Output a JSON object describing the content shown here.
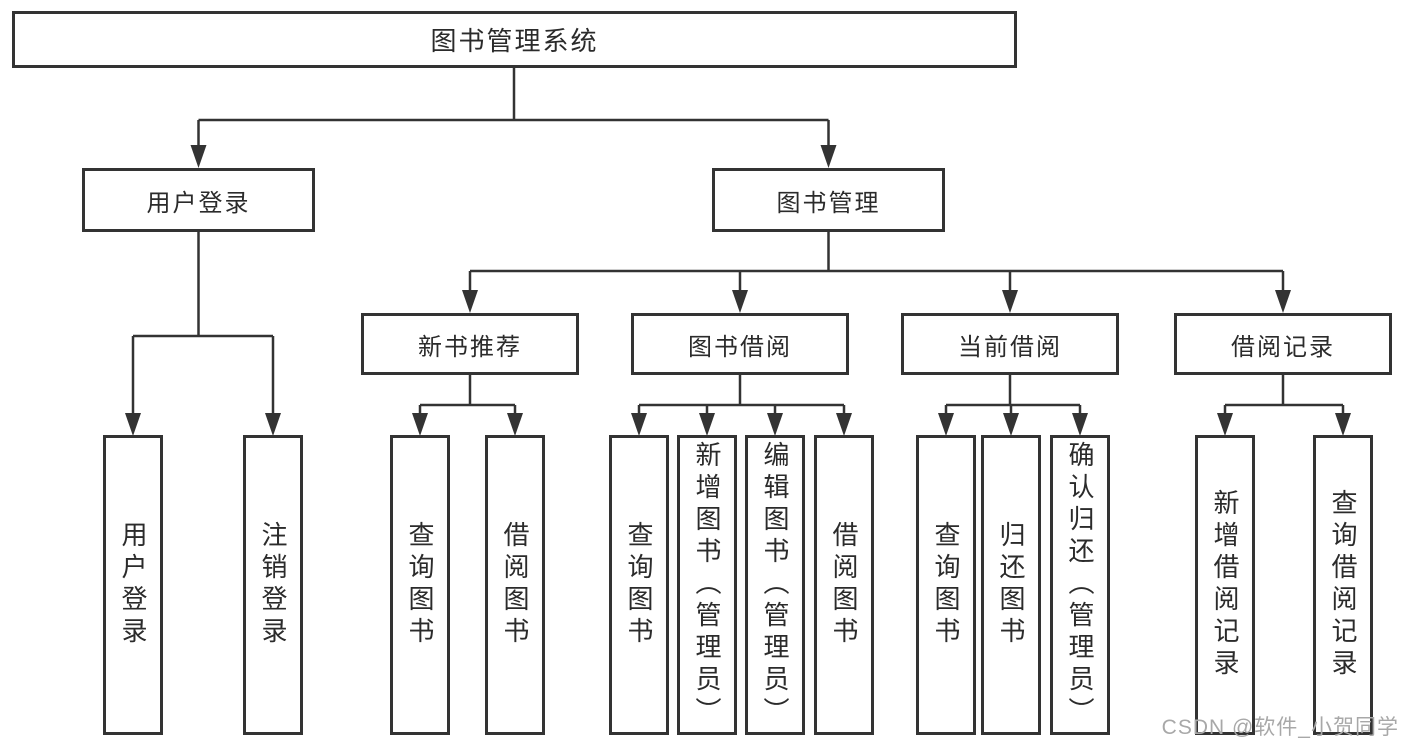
{
  "tree": {
    "root": {
      "label": "图书管理系统"
    },
    "level2": [
      {
        "label": "用户登录"
      },
      {
        "label": "图书管理"
      }
    ],
    "level3": [
      {
        "label": "新书推荐"
      },
      {
        "label": "图书借阅"
      },
      {
        "label": "当前借阅"
      },
      {
        "label": "借阅记录"
      }
    ],
    "leaves": {
      "user_login": [
        {
          "label": "用户登录"
        },
        {
          "label": "注销登录"
        }
      ],
      "new_books": [
        {
          "label": "查询图书"
        },
        {
          "label": "借阅图书"
        }
      ],
      "borrowing": [
        {
          "label": "查询图书"
        },
        {
          "label": "新增图书（管理员）"
        },
        {
          "label": "编辑图书（管理员）"
        },
        {
          "label": "借阅图书"
        }
      ],
      "current": [
        {
          "label": "查询图书"
        },
        {
          "label": "归还图书"
        },
        {
          "label": "确认归还（管理员）"
        }
      ],
      "records": [
        {
          "label": "新增借阅记录"
        },
        {
          "label": "查询借阅记录"
        }
      ]
    }
  },
  "watermark": "CSDN @软件_小贺同学",
  "colors": {
    "line": "#333333",
    "box_border": "#333333",
    "text": "#2b2b2b",
    "watermark": "#a8a8a8",
    "background": "#ffffff"
  }
}
